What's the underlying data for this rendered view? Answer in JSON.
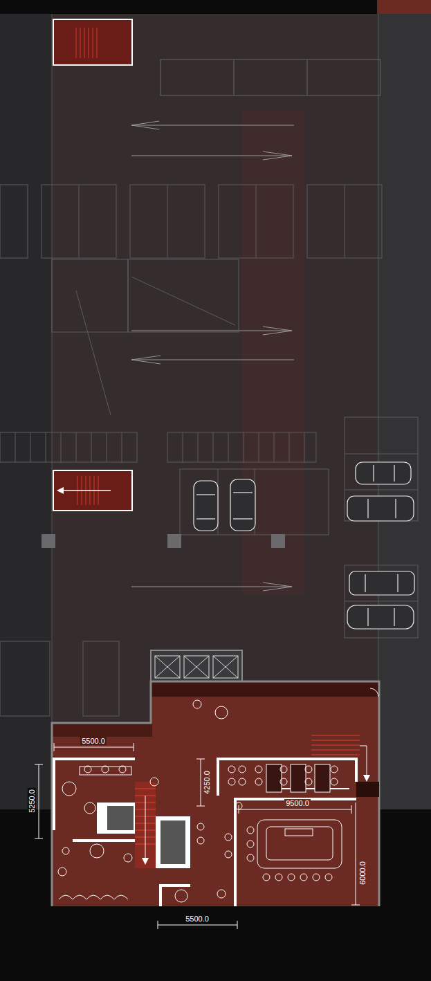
{
  "diagram": {
    "labels": [
      "5500.0",
      "5250.0",
      "4250.0",
      "9500.0",
      "6000.0",
      "5500.0"
    ]
  }
}
